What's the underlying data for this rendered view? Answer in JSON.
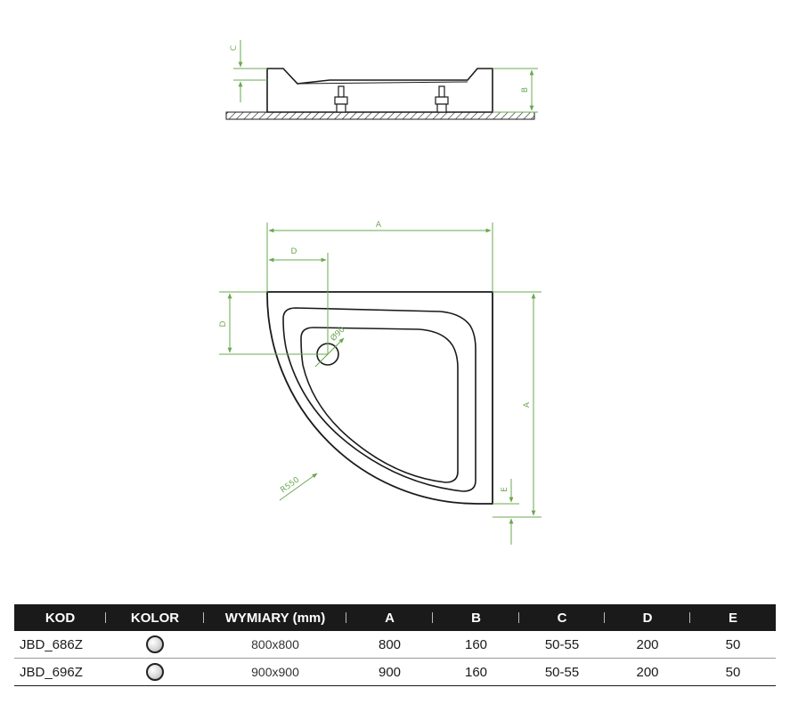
{
  "diagram": {
    "line_color": "#1a1a1a",
    "dimension_color": "#6aa84f",
    "side_view_labels": {
      "c": "C",
      "b": "B"
    },
    "top_view_labels": {
      "a_top": "A",
      "d_top": "D",
      "d_left": "D",
      "a_right": "A",
      "e": "E",
      "drain": "Ø90",
      "radius": "R550"
    }
  },
  "table": {
    "header_bg": "#1a1a1a",
    "headers": [
      "KOD",
      "KOLOR",
      "WYMIARY (mm)",
      "A",
      "B",
      "C",
      "D",
      "E"
    ],
    "rows": [
      {
        "code": "JBD_686Z",
        "color_icon": "white-circle-swatch",
        "size": "800x800",
        "a": "800",
        "b": "160",
        "c": "50-55",
        "d": "200",
        "e": "50"
      },
      {
        "code": "JBD_696Z",
        "color_icon": "white-circle-swatch",
        "size": "900x900",
        "a": "900",
        "b": "160",
        "c": "50-55",
        "d": "200",
        "e": "50"
      }
    ]
  }
}
